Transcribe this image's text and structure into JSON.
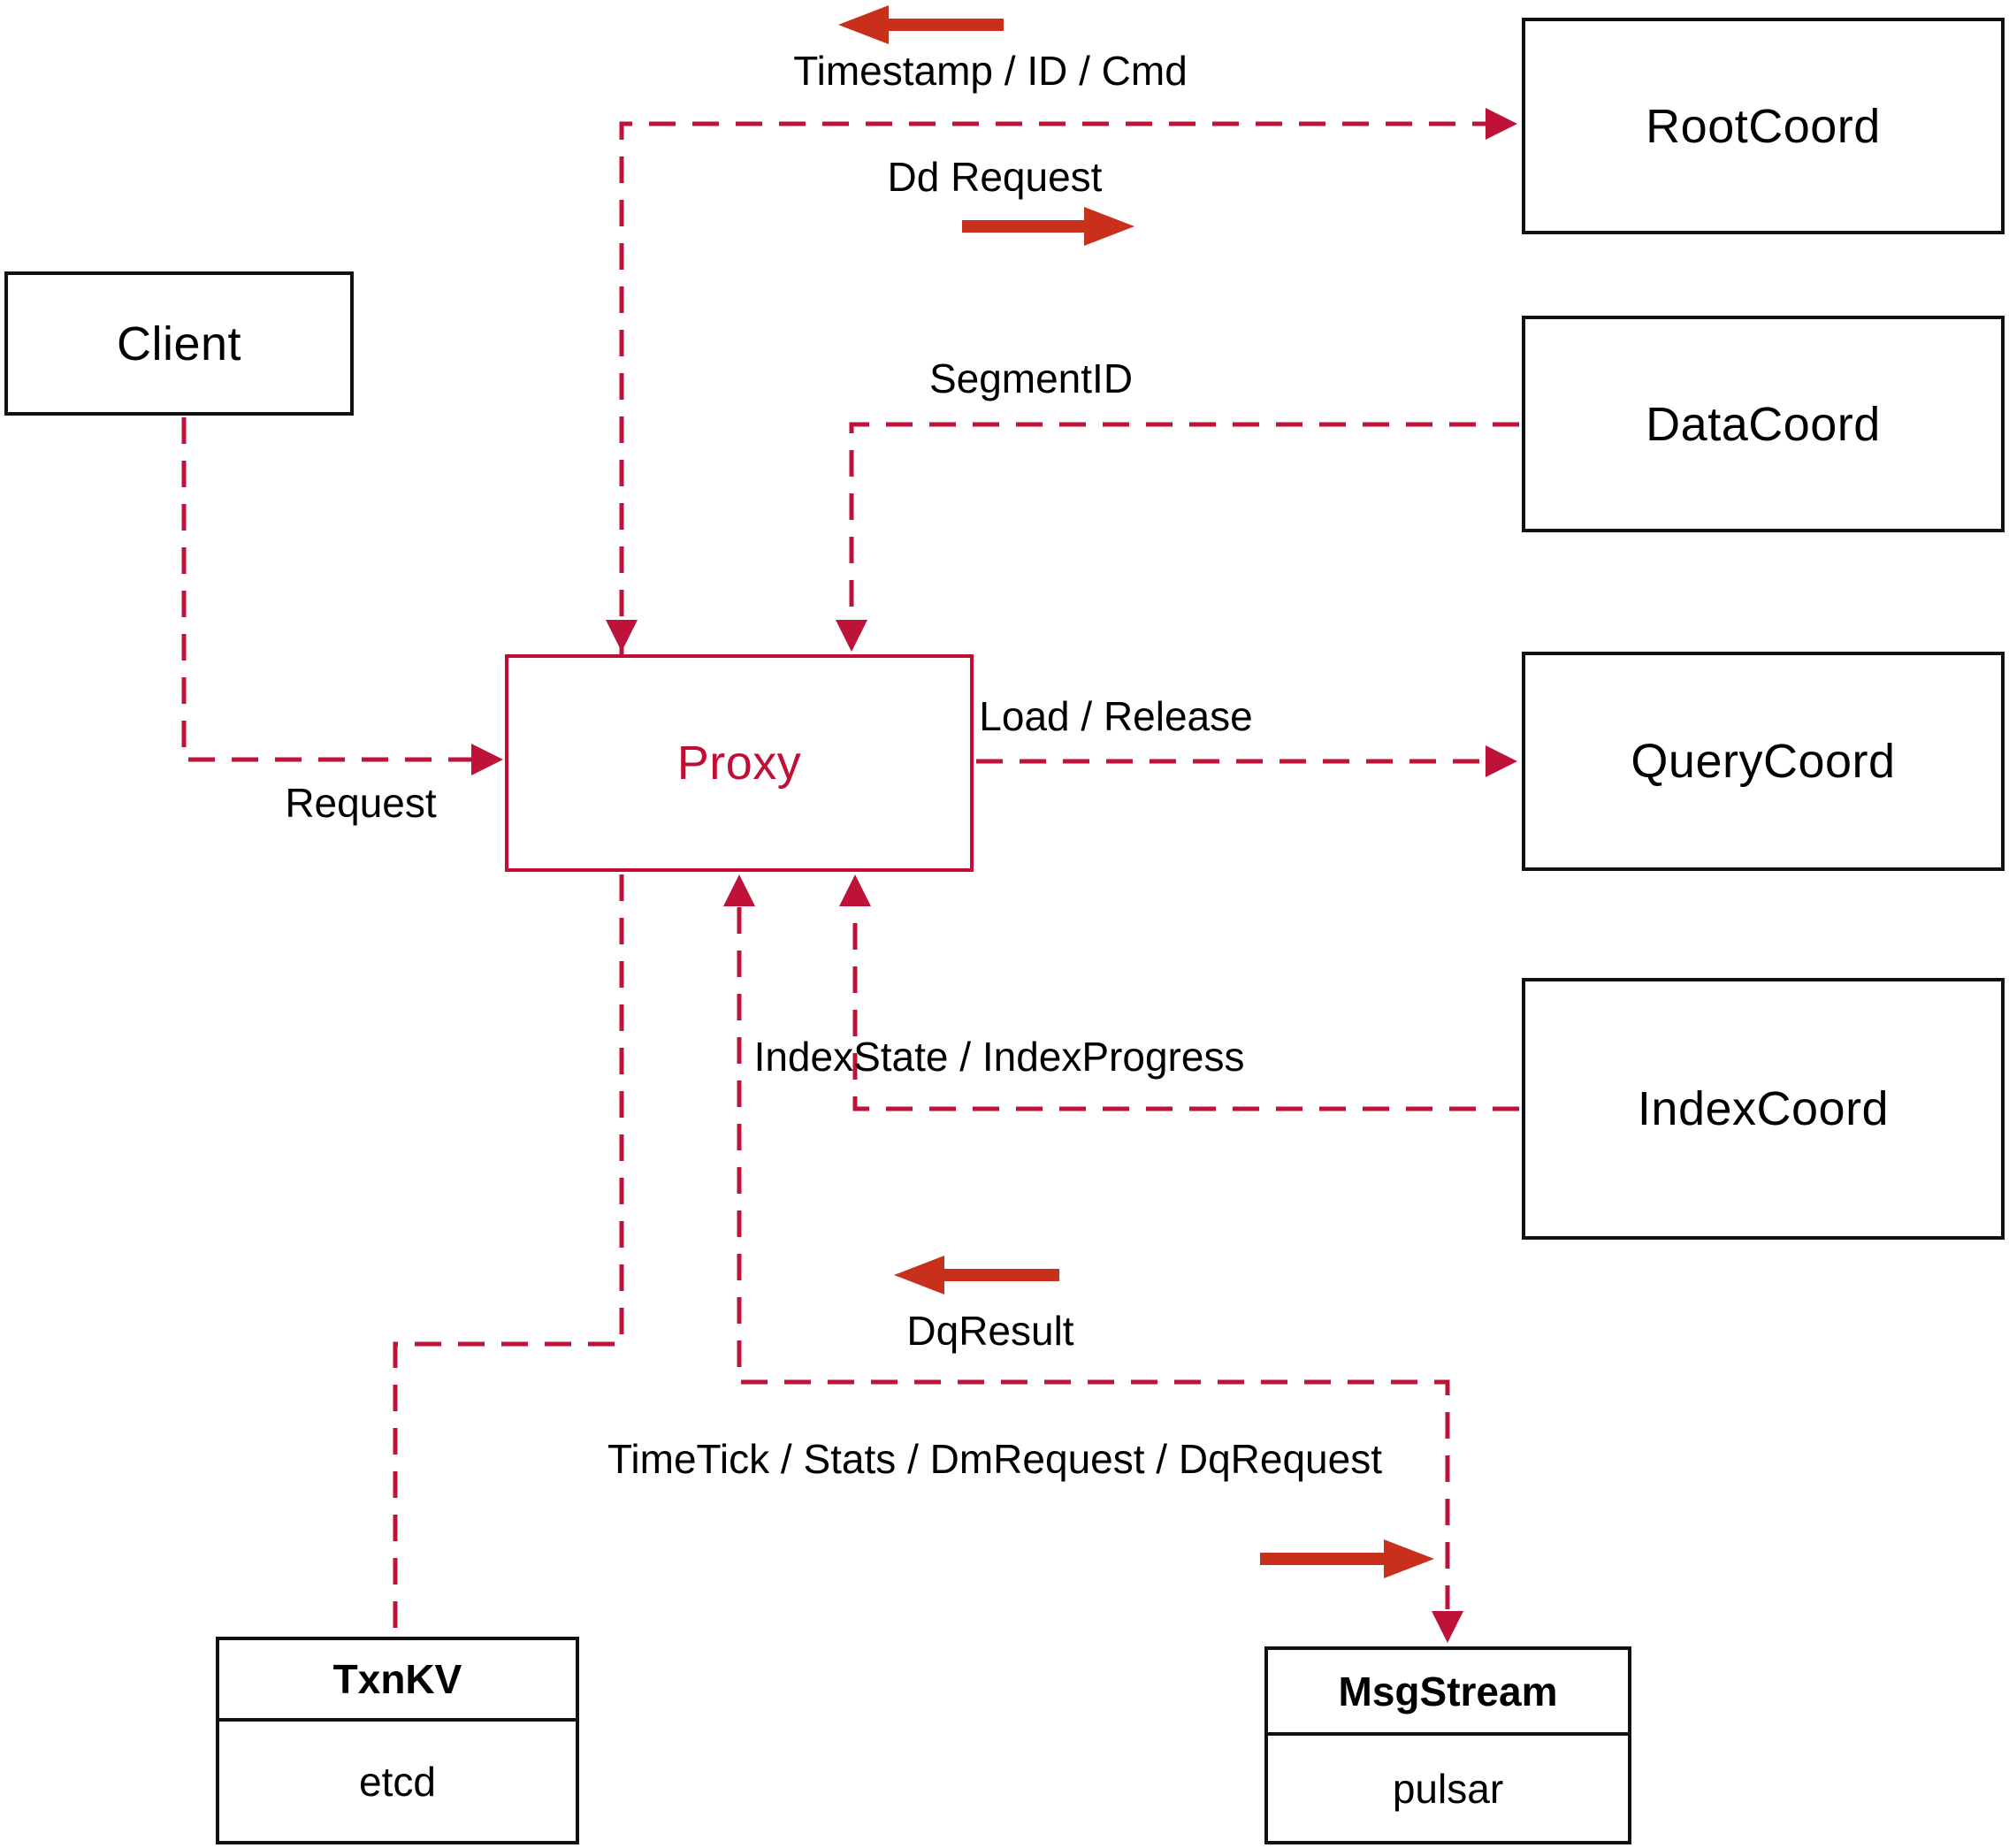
{
  "nodes": {
    "client": {
      "label": "Client"
    },
    "proxy": {
      "label": "Proxy"
    },
    "rootcoord": {
      "label": "RootCoord"
    },
    "datacoord": {
      "label": "DataCoord"
    },
    "querycoord": {
      "label": "QueryCoord"
    },
    "indexcoord": {
      "label": "IndexCoord"
    },
    "txnkv": {
      "title": "TxnKV",
      "subtitle": "etcd"
    },
    "msgstream": {
      "title": "MsgStream",
      "subtitle": "pulsar"
    }
  },
  "edge_labels": {
    "timestamp_id_cmd": "Timestamp / ID / Cmd",
    "dd_request": "Dd Request",
    "segment_id": "SegmentID",
    "request": "Request",
    "load_release": "Load / Release",
    "index_state": "IndexState / IndexProgress",
    "dq_result": "DqResult",
    "timetick": "TimeTick / Stats / DmRequest / DqRequest"
  },
  "colors": {
    "dashed_line": "#BE1238",
    "solid_arrow": "#C8301B",
    "proxy_accent": "#C10E35",
    "box_border": "#111111",
    "text": "#000000",
    "background": "#FFFFFF"
  }
}
